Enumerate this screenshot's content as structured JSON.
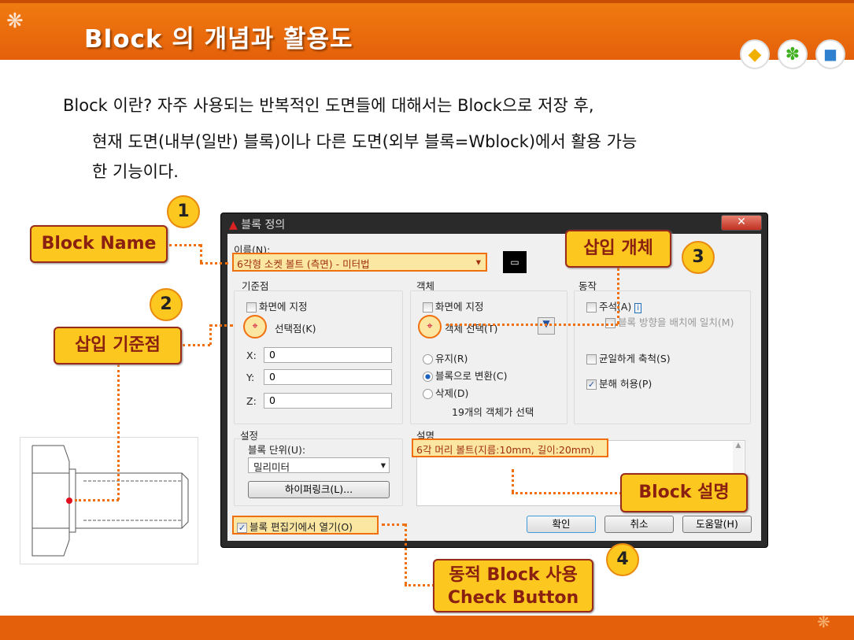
{
  "slide": {
    "title": "Block 의 개념과 활용도",
    "lines": [
      "Block 이란?  자주 사용되는 반복적인 도면들에 대해서는 Block으로 저장 후,",
      "현재 도면(내부(일반) 블록)이나 다른 도면(외부 블록=Wblock)에서 활용 가능",
      "한 기능이다."
    ]
  },
  "dialog": {
    "title": "블록 정의",
    "close": "✕",
    "name_label": "이름(N):",
    "name_value": "6각형 소켓 볼트 (측면) - 미터법",
    "base": {
      "title": "기준점",
      "on_screen": "화면에 지정",
      "pick": "선택점(K)",
      "x_label": "X:",
      "y_label": "Y:",
      "z_label": "Z:",
      "x": "0",
      "y": "0",
      "z": "0"
    },
    "objects": {
      "title": "객체",
      "on_screen": "화면에 지정",
      "select": "객체 선택(T)",
      "retain": "유지(R)",
      "convert": "블록으로 변환(C)",
      "delete": "삭제(D)",
      "count": "19개의 객체가 선택"
    },
    "behavior": {
      "title": "동작",
      "annotative": "주석(A)",
      "match": "블록 방향을 배치에 일치(M)",
      "uniform": "균일하게 축척(S)",
      "explode": "분해 허용(P)"
    },
    "settings": {
      "title": "설정",
      "unit_label": "블록 단위(U):",
      "unit_value": "밀리미터",
      "hyperlink": "하이퍼링크(L)..."
    },
    "description": {
      "title": "설명",
      "value": "6각 머리 볼트(지름:10mm, 길이:20mm)"
    },
    "open_editor": "블록 편집기에서 열기(O)",
    "ok": "확인",
    "cancel": "취소",
    "help": "도움말(H)"
  },
  "callouts": {
    "block_name": "Block Name",
    "base_point": "삽입 기준점",
    "insert_obj": "삽입 개체",
    "block_desc": "Block 설명",
    "dynamic1": "동적 Block 사용",
    "dynamic2": "Check Button"
  },
  "numbers": [
    "1",
    "2",
    "3",
    "4"
  ]
}
